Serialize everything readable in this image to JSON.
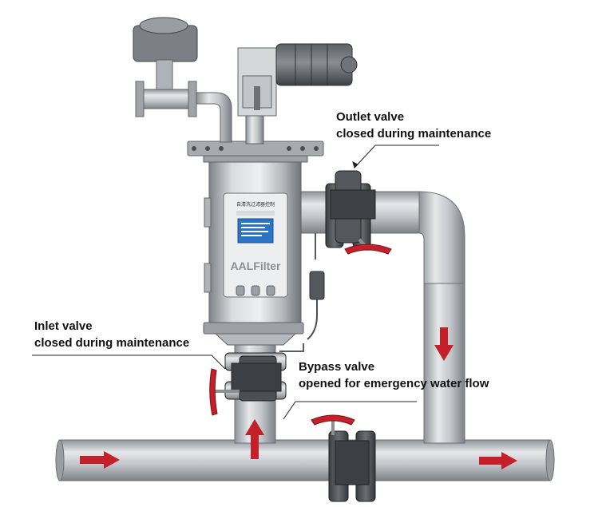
{
  "brand": {
    "logo_text": "AALFilter",
    "panel_header": "自清洗过滤器控制"
  },
  "callouts": {
    "outlet": {
      "line1": "Outlet valve",
      "line2": "closed during maintenance"
    },
    "inlet": {
      "line1": "Inlet valve",
      "line2": "closed during maintenance"
    },
    "bypass": {
      "line1": "Bypass valve",
      "line2": "opened for emergency water flow"
    }
  },
  "colors": {
    "pipe": "#b9bcc0",
    "pipe_dark": "#8d9196",
    "valve_body": "#4a4d52",
    "handwheel": "#c4202a",
    "arrow": "#c4202a",
    "panel_screen": "#2a74c7"
  }
}
